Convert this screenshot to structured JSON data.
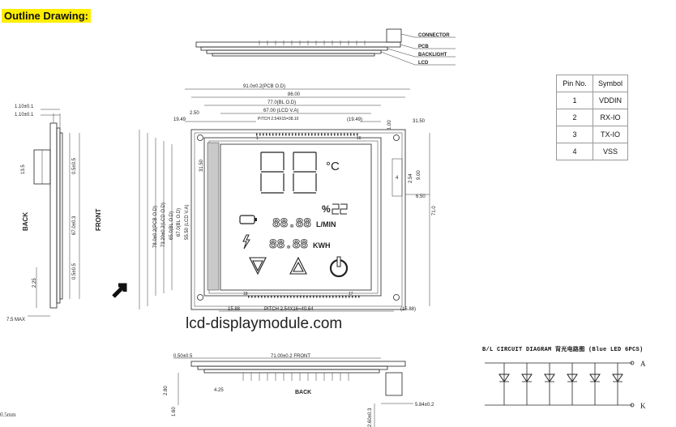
{
  "title": "Outline Drawing:",
  "watermark": "lcd-displaymodule.com",
  "corner_note": "0.5mm",
  "side_view_labels": [
    "CONNECTOR",
    "PCB",
    "BACKLIGHT",
    "LCD"
  ],
  "left_view": {
    "back_label": "BACK",
    "front_label": "FRONT",
    "dims": [
      "1.10±0.1",
      "1.10±0.1",
      "0.5±0.5",
      "67.0±0.3",
      "0.5±0.5",
      "2.25",
      "7.5 MAX",
      "13.5"
    ]
  },
  "front_view": {
    "top_dims": [
      "91.0±0.2(PCB O.D)",
      "86.00",
      "77.0(BL O.D)",
      "67.00 (LCD V.A)",
      "PITCH 2.54X15=38.10",
      "2.50",
      "19.49",
      "(19.49)",
      "1.00",
      "31.50",
      "1",
      "16"
    ],
    "left_dims": [
      "78.0±0.2(PCB O.D)",
      "73.20±0.2(LCD O.D)",
      "65.0(BL O.D)",
      "67.0(BL O.D)",
      "55.50 (LCD V.A)",
      "31.50"
    ],
    "right_dims": [
      "4",
      "2.54",
      "9.00",
      "6.50",
      "71.0"
    ],
    "bottom_dims": [
      "15.88",
      "PITCH 2.54X16=40.64",
      "(15.88)",
      "18",
      "17"
    ],
    "screen_symbols": {
      "temp_unit": "°C",
      "percent": "%",
      "rate_unit": "L/MIN",
      "energy_unit": "KWH",
      "digits_small": "88.88",
      "digits_big": "88"
    }
  },
  "bottom_view": {
    "dims": [
      "0.50±0.5",
      "71.00±0.2 FRONT",
      "4.25",
      "2.80",
      "1.60",
      "5.84±0.2",
      "2.60±0.3"
    ],
    "back_label": "BACK"
  },
  "pin_table": {
    "headers": [
      "Pin No.",
      "Symbol"
    ],
    "rows": [
      [
        "1",
        "VDDIN"
      ],
      [
        "2",
        "RX-IO"
      ],
      [
        "3",
        "TX-IO"
      ],
      [
        "4",
        "VSS"
      ]
    ]
  },
  "circuit": {
    "title": "B/L CIRCUIT DIAGRAM 背光电路图 (Blue LED 6PCS)",
    "anode": "A",
    "cathode": "K",
    "led_count": 6
  },
  "colors": {
    "title_highlight": "#ffee00",
    "line": "#222222"
  }
}
